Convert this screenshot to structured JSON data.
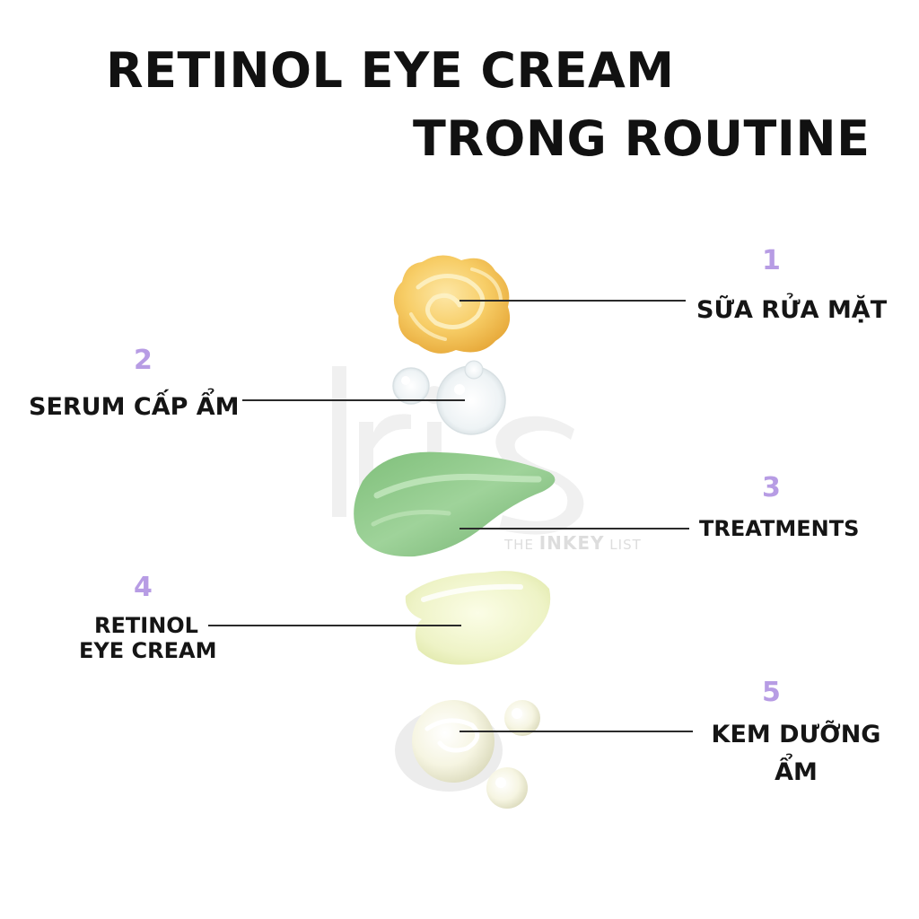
{
  "header": {
    "line1": "RETINOL EYE CREAM",
    "line2": "TRONG ROUTINE"
  },
  "watermark": {
    "logo_text": "Iris",
    "brand_prefix": "THE ",
    "brand_bold": "INKEY",
    "brand_suffix": " LIST"
  },
  "steps": [
    {
      "number": "1",
      "label": "SỮA RỬA MẶT",
      "swatch_color": "#f4c55a"
    },
    {
      "number": "2",
      "label": "SERUM CẤP ẨM",
      "swatch_color": "#e8eef0"
    },
    {
      "number": "3",
      "label": "TREATMENTS",
      "swatch_color": "#8ec98a"
    },
    {
      "number": "4",
      "label_line1": "RETINOL",
      "label_line2": "EYE CREAM",
      "swatch_color": "#eef3c4"
    },
    {
      "number": "5",
      "label_line1": "KEM DƯỠNG",
      "label_line2": "ẨM",
      "swatch_color": "#f4f3de"
    }
  ],
  "colors": {
    "step_number": "#b79ce4",
    "text": "#151515",
    "background": "#ffffff"
  }
}
